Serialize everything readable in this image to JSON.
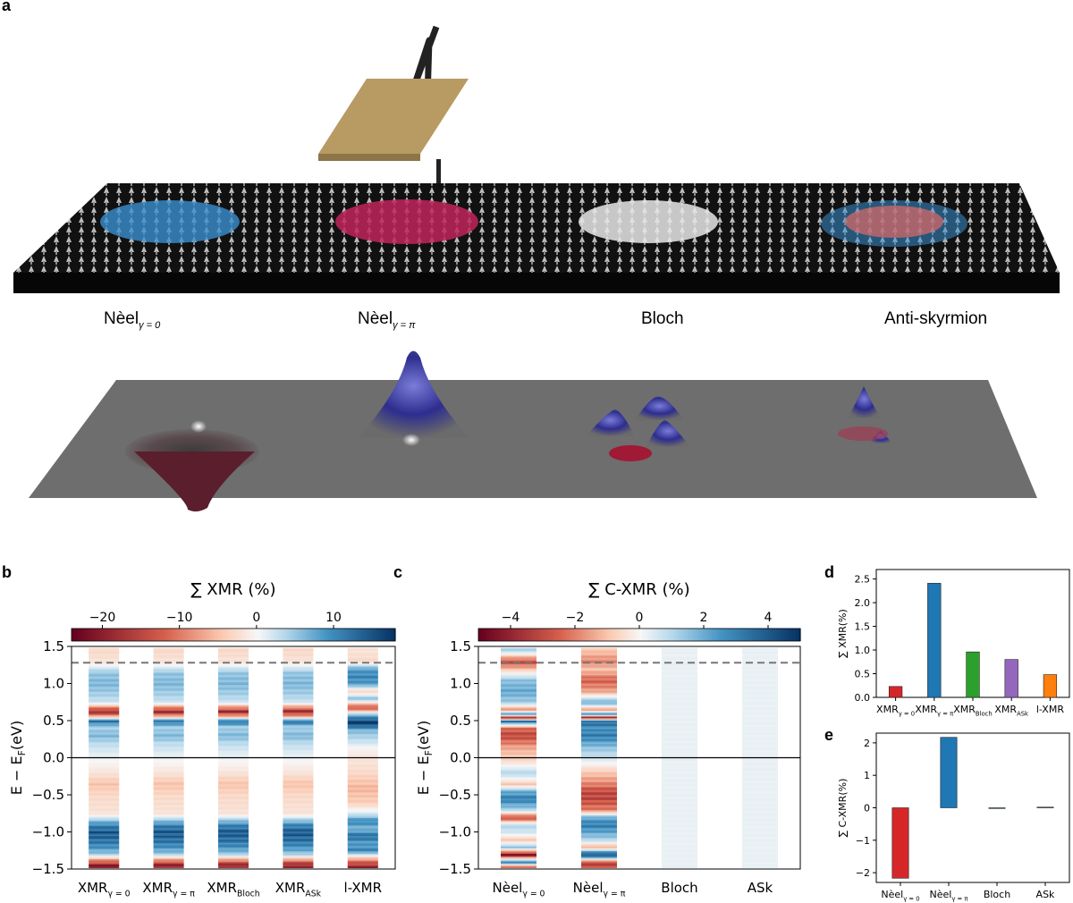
{
  "panel_letters": {
    "a": "a",
    "b": "b",
    "c": "c",
    "d": "d",
    "e": "e"
  },
  "panel_a": {
    "texture_labels": [
      {
        "main": "Nèel",
        "sub": "γ = 0"
      },
      {
        "main": "Nèel",
        "sub": "γ = π"
      },
      {
        "main": "Bloch",
        "sub": ""
      },
      {
        "main": "Anti-skyrmion",
        "sub": ""
      }
    ],
    "colors": {
      "neel0": "#3a8fd0",
      "neelpi": "#c0245a",
      "bloch": "#e8e8e8",
      "antisk": "#d46a6a",
      "tip": "#b89a63",
      "surface": "#6e6e6e"
    }
  },
  "chart_data": [
    {
      "id": "b",
      "type": "heatmap",
      "colorbar_title": "∑ XMR (%)",
      "colorbar_ticks": [
        "−20",
        "−10",
        "0",
        "10"
      ],
      "colorbar_range": [
        -24,
        18
      ],
      "ylabel": "E − E_F(eV)",
      "yticks": [
        "1.5",
        "1.0",
        "0.5",
        "0.0",
        "−0.5",
        "−1.0",
        "−1.5"
      ],
      "ylim": [
        -1.5,
        1.5
      ],
      "dashed_line": 1.28,
      "columns": [
        {
          "main": "XMR",
          "sub": "γ = 0"
        },
        {
          "main": "XMR",
          "sub": "γ = π"
        },
        {
          "main": "XMR",
          "sub": "Bloch"
        },
        {
          "main": "XMR",
          "sub": "ASk"
        },
        {
          "main": "l-XMR",
          "sub": ""
        }
      ],
      "stripes": [
        [
          [
            1.45,
            -3
          ],
          [
            1.3,
            -2
          ],
          [
            1.15,
            5
          ],
          [
            1.0,
            6
          ],
          [
            0.85,
            4
          ],
          [
            0.75,
            2
          ],
          [
            0.63,
            -18
          ],
          [
            0.57,
            -8
          ],
          [
            0.5,
            12
          ],
          [
            0.42,
            4
          ],
          [
            0.3,
            6
          ],
          [
            0.2,
            3
          ],
          [
            0.05,
            1
          ],
          [
            -0.2,
            -2
          ],
          [
            -0.35,
            -5
          ],
          [
            -0.5,
            -3
          ],
          [
            -0.75,
            -2
          ],
          [
            -0.9,
            10
          ],
          [
            -1.0,
            14
          ],
          [
            -1.1,
            12
          ],
          [
            -1.2,
            9
          ],
          [
            -1.3,
            4
          ],
          [
            -1.38,
            -10
          ],
          [
            -1.45,
            -20
          ]
        ],
        [
          [
            1.45,
            -3
          ],
          [
            1.3,
            -2
          ],
          [
            1.15,
            5
          ],
          [
            1.0,
            6
          ],
          [
            0.85,
            4
          ],
          [
            0.75,
            2
          ],
          [
            0.63,
            -18
          ],
          [
            0.57,
            -8
          ],
          [
            0.5,
            12
          ],
          [
            0.42,
            4
          ],
          [
            0.3,
            6
          ],
          [
            0.2,
            3
          ],
          [
            0.05,
            1
          ],
          [
            -0.2,
            -2
          ],
          [
            -0.35,
            -5
          ],
          [
            -0.5,
            -3
          ],
          [
            -0.75,
            -2
          ],
          [
            -0.9,
            10
          ],
          [
            -1.0,
            14
          ],
          [
            -1.1,
            12
          ],
          [
            -1.2,
            9
          ],
          [
            -1.3,
            4
          ],
          [
            -1.38,
            -10
          ],
          [
            -1.45,
            -20
          ]
        ],
        [
          [
            1.45,
            -3
          ],
          [
            1.3,
            -2
          ],
          [
            1.15,
            5
          ],
          [
            1.0,
            6
          ],
          [
            0.85,
            4
          ],
          [
            0.75,
            2
          ],
          [
            0.63,
            -18
          ],
          [
            0.57,
            -8
          ],
          [
            0.5,
            12
          ],
          [
            0.42,
            4
          ],
          [
            0.3,
            6
          ],
          [
            0.2,
            3
          ],
          [
            0.05,
            1
          ],
          [
            -0.2,
            -2
          ],
          [
            -0.35,
            -5
          ],
          [
            -0.5,
            -3
          ],
          [
            -0.75,
            -2
          ],
          [
            -0.9,
            10
          ],
          [
            -1.0,
            14
          ],
          [
            -1.1,
            12
          ],
          [
            -1.2,
            9
          ],
          [
            -1.3,
            4
          ],
          [
            -1.38,
            -10
          ],
          [
            -1.45,
            -20
          ]
        ],
        [
          [
            1.45,
            -3
          ],
          [
            1.3,
            -2
          ],
          [
            1.15,
            5
          ],
          [
            1.0,
            6
          ],
          [
            0.85,
            4
          ],
          [
            0.75,
            2
          ],
          [
            0.63,
            -18
          ],
          [
            0.57,
            -8
          ],
          [
            0.5,
            12
          ],
          [
            0.42,
            4
          ],
          [
            0.3,
            6
          ],
          [
            0.2,
            3
          ],
          [
            0.05,
            1
          ],
          [
            -0.2,
            -2
          ],
          [
            -0.35,
            -5
          ],
          [
            -0.5,
            -3
          ],
          [
            -0.75,
            -2
          ],
          [
            -0.9,
            10
          ],
          [
            -1.0,
            14
          ],
          [
            -1.1,
            12
          ],
          [
            -1.2,
            9
          ],
          [
            -1.3,
            4
          ],
          [
            -1.38,
            -10
          ],
          [
            -1.45,
            -20
          ]
        ],
        [
          [
            1.45,
            -2
          ],
          [
            1.3,
            -3
          ],
          [
            1.2,
            8
          ],
          [
            1.1,
            10
          ],
          [
            1.0,
            8
          ],
          [
            0.9,
            -4
          ],
          [
            0.8,
            6
          ],
          [
            0.68,
            -14
          ],
          [
            0.6,
            4
          ],
          [
            0.48,
            18
          ],
          [
            0.38,
            6
          ],
          [
            0.25,
            3
          ],
          [
            0.1,
            -1
          ],
          [
            -0.2,
            -3
          ],
          [
            -0.4,
            -6
          ],
          [
            -0.6,
            -4
          ],
          [
            -0.75,
            2
          ],
          [
            -0.85,
            10
          ],
          [
            -0.95,
            6
          ],
          [
            -1.05,
            12
          ],
          [
            -1.15,
            8
          ],
          [
            -1.25,
            10
          ],
          [
            -1.35,
            -6
          ],
          [
            -1.45,
            -18
          ]
        ]
      ]
    },
    {
      "id": "c",
      "type": "heatmap",
      "colorbar_title": "∑ C-XMR (%)",
      "colorbar_ticks": [
        "−4",
        "−2",
        "0",
        "2",
        "4"
      ],
      "colorbar_range": [
        -5,
        5
      ],
      "ylabel": "E − E_F(eV)",
      "yticks": [
        "1.5",
        "1.0",
        "0.5",
        "0.0",
        "−0.5",
        "−1.0",
        "−1.5"
      ],
      "ylim": [
        -1.5,
        1.5
      ],
      "dashed_line": 1.28,
      "columns": [
        {
          "main": "Nèel",
          "sub": "γ = 0"
        },
        {
          "main": "Nèel",
          "sub": "γ = π"
        },
        {
          "main": "Bloch",
          "sub": ""
        },
        {
          "main": "ASk",
          "sub": ""
        }
      ],
      "stripes": [
        [
          [
            1.45,
            1
          ],
          [
            1.3,
            -3
          ],
          [
            1.2,
            -1
          ],
          [
            1.05,
            1.5
          ],
          [
            0.9,
            2
          ],
          [
            0.75,
            1.2
          ],
          [
            0.65,
            -2
          ],
          [
            0.6,
            3
          ],
          [
            0.55,
            -4
          ],
          [
            0.5,
            3.5
          ],
          [
            0.4,
            -2.5
          ],
          [
            0.3,
            -3
          ],
          [
            0.15,
            -1.5
          ],
          [
            -0.05,
            -0.5
          ],
          [
            -0.2,
            1
          ],
          [
            -0.35,
            -1
          ],
          [
            -0.45,
            2
          ],
          [
            -0.55,
            3
          ],
          [
            -0.7,
            1
          ],
          [
            -0.8,
            -3
          ],
          [
            -0.9,
            1
          ],
          [
            -1.0,
            0.5
          ],
          [
            -1.1,
            -1
          ],
          [
            -1.2,
            1.5
          ],
          [
            -1.3,
            -4.5
          ],
          [
            -1.4,
            3
          ],
          [
            -1.47,
            -3
          ]
        ],
        [
          [
            1.45,
            -1
          ],
          [
            1.3,
            -2
          ],
          [
            1.2,
            -1
          ],
          [
            1.05,
            -2.5
          ],
          [
            0.9,
            -1.5
          ],
          [
            0.75,
            2
          ],
          [
            0.65,
            -2
          ],
          [
            0.6,
            3
          ],
          [
            0.55,
            -4
          ],
          [
            0.5,
            3.5
          ],
          [
            0.4,
            2.5
          ],
          [
            0.3,
            3
          ],
          [
            0.15,
            1.5
          ],
          [
            0.0,
            0.5
          ],
          [
            -0.2,
            -1
          ],
          [
            -0.35,
            -2
          ],
          [
            -0.45,
            -3
          ],
          [
            -0.55,
            -3
          ],
          [
            -0.7,
            -2
          ],
          [
            -0.8,
            2
          ],
          [
            -0.9,
            3
          ],
          [
            -1.0,
            2
          ],
          [
            -1.1,
            1
          ],
          [
            -1.2,
            -1.5
          ],
          [
            -1.3,
            4.5
          ],
          [
            -1.4,
            -3
          ],
          [
            -1.47,
            -3
          ]
        ],
        [
          [
            1.45,
            0.2
          ],
          [
            0.0,
            0.2
          ],
          [
            -1.45,
            0.2
          ]
        ],
        [
          [
            1.45,
            0.2
          ],
          [
            0.0,
            0.2
          ],
          [
            -1.45,
            0.2
          ]
        ]
      ]
    },
    {
      "id": "d",
      "type": "bar",
      "ylabel": "∑ XMR(%)",
      "yticks": [
        "0.0",
        "0.5",
        "1.0",
        "1.5",
        "2.0",
        "2.5"
      ],
      "ylim": [
        0,
        2.7
      ],
      "categories": [
        {
          "main": "XMR",
          "sub": "γ = 0"
        },
        {
          "main": "XMR",
          "sub": "γ = π"
        },
        {
          "main": "XMR",
          "sub": "Bloch"
        },
        {
          "main": "XMR",
          "sub": "ASk"
        },
        {
          "main": "l-XMR",
          "sub": ""
        }
      ],
      "values": [
        0.23,
        2.41,
        0.96,
        0.8,
        0.48
      ],
      "colors": [
        "#d62728",
        "#1f77b4",
        "#2ca02c",
        "#9467bd",
        "#ff7f0e"
      ]
    },
    {
      "id": "e",
      "type": "bar",
      "ylabel": "∑ C-XMR(%)",
      "yticks": [
        "2",
        "1",
        "0",
        "−1",
        "−2"
      ],
      "ylim": [
        -2.3,
        2.3
      ],
      "categories": [
        {
          "main": "Nèel",
          "sub": "γ = 0"
        },
        {
          "main": "Nèel",
          "sub": "γ = π"
        },
        {
          "main": "Bloch",
          "sub": ""
        },
        {
          "main": "ASk",
          "sub": ""
        }
      ],
      "values": [
        -2.17,
        2.17,
        0.0,
        0.02
      ],
      "colors": [
        "#d62728",
        "#1f77b4",
        "#2ca02c",
        "#9467bd"
      ]
    }
  ]
}
